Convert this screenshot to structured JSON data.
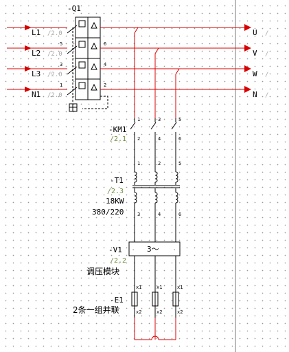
{
  "q1": {
    "tag": "-Q1",
    "inputs": [
      {
        "label": "L1",
        "ref": "/2.0",
        "pin": ""
      },
      {
        "label": "L2",
        "ref": "/2.0",
        "pin": "5"
      },
      {
        "label": "L3",
        "ref": "/2.0",
        "pin": "3"
      },
      {
        "label": "N1",
        "ref": "/2.0",
        "pin": "1"
      }
    ],
    "out_pins": [
      "",
      "6",
      "4",
      "2"
    ]
  },
  "outputs": [
    {
      "label": "U",
      "ref": "/"
    },
    {
      "label": "V",
      "ref": "/"
    },
    {
      "label": "W",
      "ref": "/"
    },
    {
      "label": "N",
      "ref": "/"
    }
  ],
  "km1": {
    "tag": "-KM1",
    "ref": "/2.1",
    "top_pins": [
      "1",
      "3",
      "5"
    ],
    "bottom_pins": [
      "2",
      "4",
      "6"
    ]
  },
  "t1": {
    "tag": "-T1",
    "ref": "/2.3",
    "power": "18KW",
    "voltage": "380/220",
    "top_pins": [
      "1",
      "2",
      "5"
    ],
    "bottom_pins": [
      "3",
      "4",
      "6"
    ]
  },
  "v1": {
    "tag": "-V1",
    "ref": "/2.2",
    "name": "调压模块",
    "symbol": "3～"
  },
  "e1": {
    "tag": "-E1",
    "note": "2条一组并联",
    "top_pin": "x1",
    "bottom_pin": "x2"
  },
  "colors": {
    "wire": "#d80000",
    "ref": "#6d8f3c"
  }
}
